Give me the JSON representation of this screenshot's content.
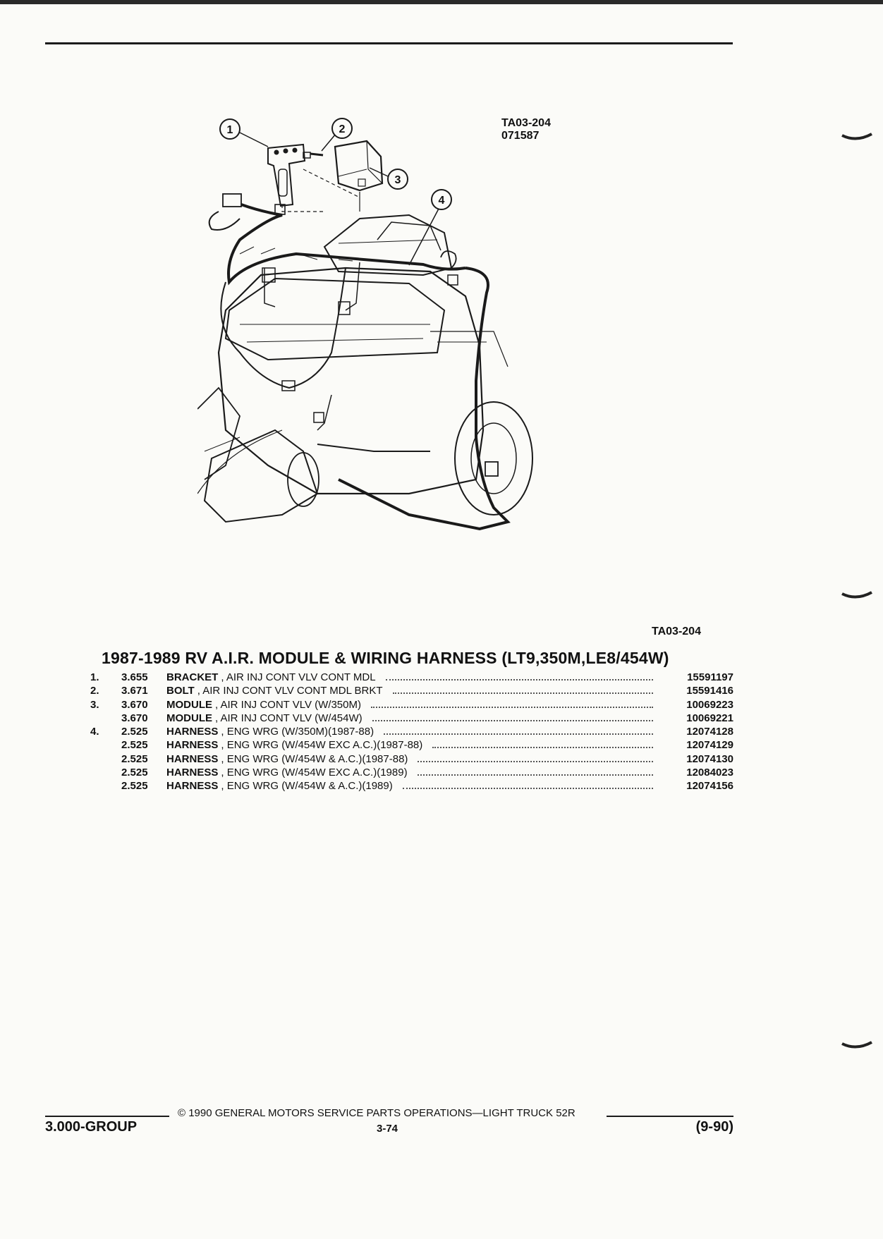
{
  "figure": {
    "ref_code": "TA03-204",
    "ref_number": "071587",
    "callouts": [
      "1",
      "2",
      "3",
      "4"
    ],
    "ref_below": "TA03-204"
  },
  "section_title": "1987-1989 RV A.I.R. MODULE & WIRING HARNESS (LT9,350M,LE8/454W)",
  "parts": [
    {
      "index": "1.",
      "code": "3.655",
      "name": "BRACKET",
      "desc": ", AIR INJ CONT VLV CONT MDL",
      "part_no": "15591197"
    },
    {
      "index": "2.",
      "code": "3.671",
      "name": "BOLT",
      "desc": ", AIR INJ CONT VLV CONT MDL BRKT",
      "part_no": "15591416"
    },
    {
      "index": "3.",
      "code": "3.670",
      "name": "MODULE",
      "desc": ", AIR INJ CONT VLV (W/350M)",
      "part_no": "10069223"
    },
    {
      "index": "",
      "code": "3.670",
      "name": "MODULE",
      "desc": ", AIR INJ CONT VLV (W/454W)",
      "part_no": "10069221"
    },
    {
      "index": "4.",
      "code": "2.525",
      "name": "HARNESS",
      "desc": ", ENG WRG (W/350M)(1987-88)",
      "part_no": "12074128"
    },
    {
      "index": "",
      "code": "2.525",
      "name": "HARNESS",
      "desc": ", ENG WRG (W/454W EXC A.C.)(1987-88)",
      "part_no": "12074129"
    },
    {
      "index": "",
      "code": "2.525",
      "name": "HARNESS",
      "desc": ", ENG WRG (W/454W & A.C.)(1987-88)",
      "part_no": "12074130"
    },
    {
      "index": "",
      "code": "2.525",
      "name": "HARNESS",
      "desc": ", ENG WRG (W/454W EXC A.C.)(1989)",
      "part_no": "12084023"
    },
    {
      "index": "",
      "code": "2.525",
      "name": "HARNESS",
      "desc": ", ENG WRG (W/454W & A.C.)(1989)",
      "part_no": "12074156"
    }
  ],
  "footer": {
    "copyright": "©  1990  GENERAL MOTORS SERVICE PARTS OPERATIONS—LIGHT TRUCK 52R",
    "group": "3.000-GROUP",
    "page": "3-74",
    "date": "(9-90)"
  }
}
